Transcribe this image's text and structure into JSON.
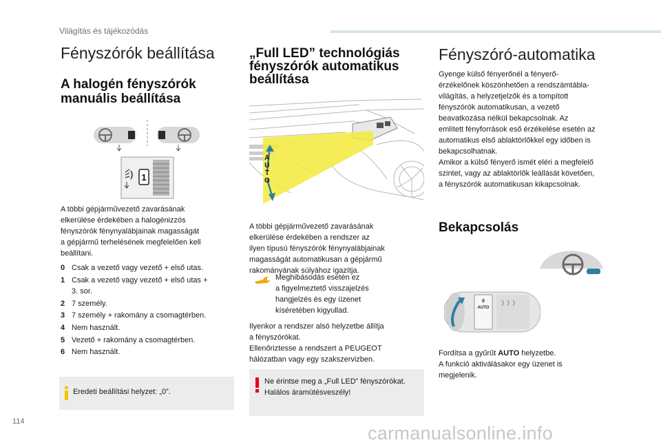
{
  "page": {
    "section_title": "Világítás és tájékozódás",
    "page_number": "114",
    "watermark": "carmanualsonline.info"
  },
  "col1": {
    "title": "Fényszórók beállítása",
    "subtitle": "A halogén fényszórók\nmanuális beállítása",
    "switch_label": "1",
    "intro": "A többi gépjárművezető zavarásának\nelkerülése érdekében a halogénizzós\nfényszórók fénynyalábjainak magasságát\na gépjármű terhelésének megfelelően kell\nbeállítani.",
    "items": [
      {
        "num": "0",
        "text": "Csak a vezető vagy vezető + első utas."
      },
      {
        "num": "1",
        "text": "Csak a vezető vagy vezető + első utas +\n3. sor."
      },
      {
        "num": "2",
        "text": "7 személy."
      },
      {
        "num": "3",
        "text": "7 személy + rakomány a csomagtérben."
      },
      {
        "num": "4",
        "text": "Nem használt."
      },
      {
        "num": "5",
        "text": "Vezető + rakomány a csomagtérben."
      },
      {
        "num": "6",
        "text": "Nem használt."
      }
    ],
    "note": "Eredeti beállítási helyzet: „0”."
  },
  "col2": {
    "title": "„Full LED” technológiás\nfényszórók automatikus\nbeállítása",
    "auto_label": "A\nU\nT\nO",
    "intro": "A többi gépjárművezető zavarásának\nelkerülése érdekében a rendszer az\nilyen típusú fényszórók fénynyalábjainak\nmagasságát automatikusan a gépjármű\nrakományának súlyához igazítja.",
    "fault": "Meghibásodás esetén ez\na figyelmeztető visszajelzés\nhangjelzés és egy üzenet\nkíséretében kigyullad.",
    "body": "Ilyenkor a rendszer alsó helyzetbe állítja\na fényszórókat.\nEllenőriztesse a rendszert a PEUGEOT\nhálózatban vagy egy szakszervizben.",
    "warning": "Ne érintse meg a „Full LED” fényszórókat.\nHalálos áramütésveszély!"
  },
  "col3": {
    "title": "Fényszóró-automatika",
    "intro": "Gyenge külső fényerőnél a fényerő-\nérzékelőnek köszönhetően a rendszámtábla-\nvilágítás, a helyzetjelzők és a tompított\nfényszórók automatikusan, a vezető\nbeavatkozása nélkül bekapcsolnak. Az\nemlített fényforrások eső érzékelése esetén az\nautomatikus első ablaktörlőkkel egy időben is\nbekapcsolhatnak.\nAmikor a külső fényerő ismét eléri a megfelelő\nszintet, vagy az ablaktörlők leállását követően,\na fényszórók automatikusan kikapcsolnak.",
    "subtitle": "Bekapcsolás",
    "stalk_label": "AUTO",
    "stalk_label_top": "0",
    "step_bullet": "",
    "step_pre": "Fordítsa a gyűrűt ",
    "step_bold": "AUTO",
    "step_post": " helyzetbe.",
    "step_note": "A funkció aktiválásakor egy üzenet is\nmegjelenik."
  },
  "colors": {
    "accent_bar": "#d7e6e9",
    "note_bg": "#ececec",
    "info_icon": "#f2c500",
    "warning_icon": "#e3001b",
    "beam": "#f3ea3a",
    "arrow": "#2d7fa0"
  }
}
